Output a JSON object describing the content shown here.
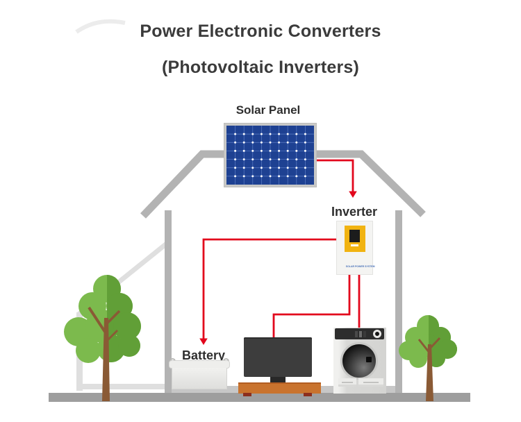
{
  "title": {
    "line1": "Power Electronic Converters",
    "line2": "(Photovoltaic Inverters)"
  },
  "labels": {
    "solar_panel": "Solar Panel",
    "inverter": "Inverter",
    "battery": "Battery"
  },
  "inverter": {
    "front_text": "SOLAR POWER SYSTEM"
  },
  "diagram": {
    "components": [
      "solar-panel",
      "inverter",
      "battery",
      "tv",
      "washing-machine",
      "house",
      "tree-left",
      "tree-right",
      "ground"
    ],
    "connections": [
      {
        "from": "solar-panel",
        "to": "inverter",
        "arrow": true
      },
      {
        "from": "inverter",
        "to": "battery",
        "arrow": true
      },
      {
        "from": "inverter",
        "to": "tv",
        "arrow": false
      },
      {
        "from": "inverter",
        "to": "washing-machine",
        "arrow": false
      }
    ],
    "panel_grid": {
      "cols": 10,
      "rows": 7
    }
  },
  "colors": {
    "wire_red": "#e2071c",
    "title_text": "#3b3b3b",
    "label_text": "#2e2e2e",
    "house_gray": "#b3b3b3",
    "floor_gray": "#c7c7c7",
    "ground_gray": "#9e9e9e",
    "leanto_gray": "#dfdfdf",
    "panel_blue": "#1e4192",
    "panel_frame": "#c9c9c7",
    "inverter_yellow": "#f1b311",
    "cabinet_orange": "#c9732e",
    "tree_green_light": "#7cba4d",
    "tree_green_dark": "#619f37",
    "trunk_brown": "#8a5a35"
  }
}
